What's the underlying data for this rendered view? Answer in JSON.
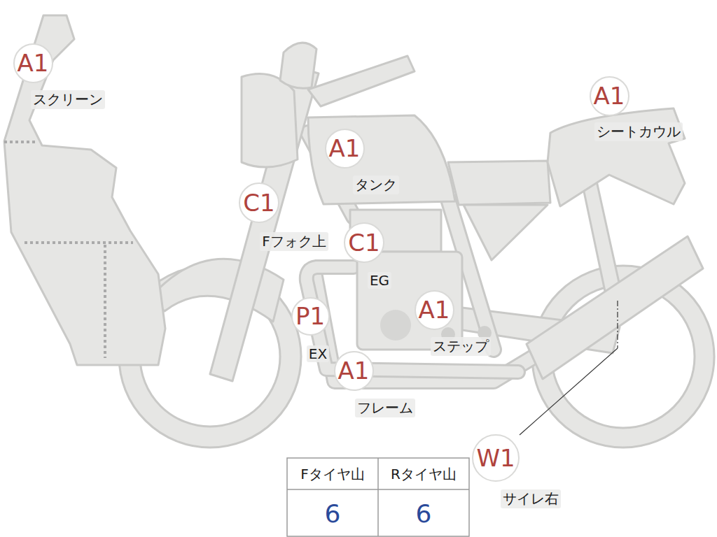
{
  "diagram": {
    "nodes": [
      {
        "text": [
          "A1",
          "スクリーン"
        ]
      },
      {
        "text": [
          "A1",
          "シートカウル"
        ]
      },
      {
        "text": [
          "A1",
          "タンク"
        ]
      },
      {
        "text": [
          "C1",
          "Fフォク上"
        ]
      },
      {
        "text": [
          "C1",
          "EG"
        ]
      },
      {
        "text": [
          "A1",
          "ステップ"
        ]
      },
      {
        "text": [
          "P1",
          "EX"
        ]
      },
      {
        "text": [
          "A1",
          "フレーム"
        ]
      },
      {
        "text": [
          "W1",
          "サイレ右"
        ]
      }
    ],
    "labels": [
      "Fタイヤ山",
      "Rタイヤ山",
      "6",
      "6"
    ]
  }
}
